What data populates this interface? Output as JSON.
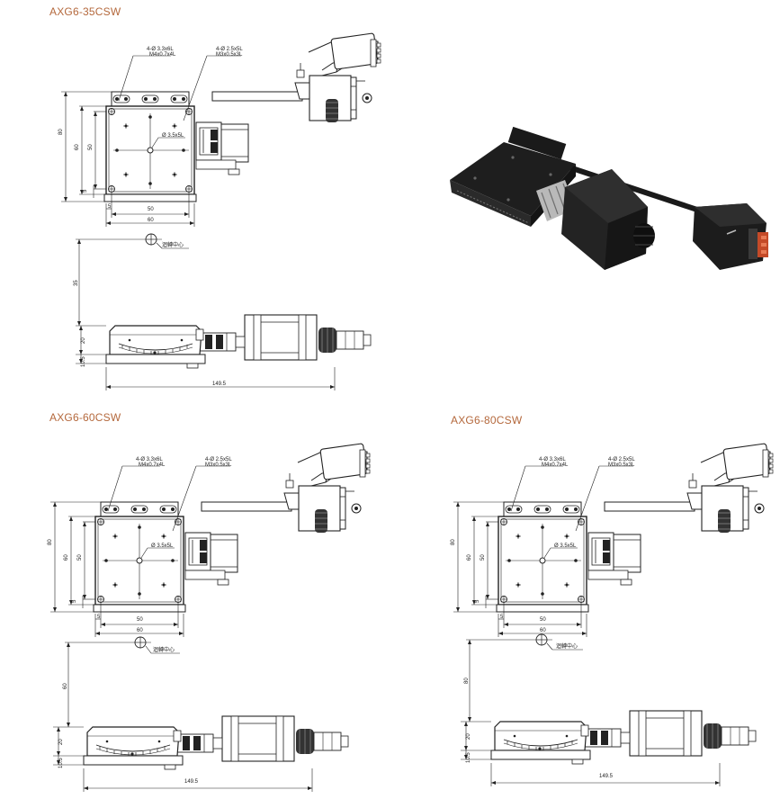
{
  "titles": {
    "d1": "AXG6-35CSW",
    "d2": "AXG6-60CSW",
    "d3": "AXG6-80CSW"
  },
  "labels": {
    "hole1_line1": "4-Ø 3.3x6L",
    "hole1_line2": "M4x0.7x4L",
    "hole2_line1": "4-Ø 2.5x5L",
    "hole2_line2": "M3x0.5x3L",
    "center_hole": "Ø 3.5x5L",
    "rotation_center": "迴轉中心"
  },
  "dims": {
    "d1": {
      "h80": "80",
      "h60": "60",
      "h50": "50",
      "h5": "5",
      "w5": "5",
      "w50": "50",
      "w60": "60",
      "rot": "35",
      "s20": "20",
      "s10": "10.5",
      "len": "149.5"
    },
    "d2": {
      "h80": "80",
      "h60": "60",
      "h50": "50",
      "h5": "5",
      "w5": "5",
      "w50": "50",
      "w60": "60",
      "rot": "60",
      "s20": "20",
      "s10": "10.5",
      "len": "149.5"
    },
    "d3": {
      "h80": "80",
      "h60": "60",
      "h50": "50",
      "h5": "5",
      "w5": "5",
      "w50": "50",
      "w60": "60",
      "rot": "80",
      "s20": "20",
      "s10": "10.5",
      "len": "149.5"
    }
  }
}
